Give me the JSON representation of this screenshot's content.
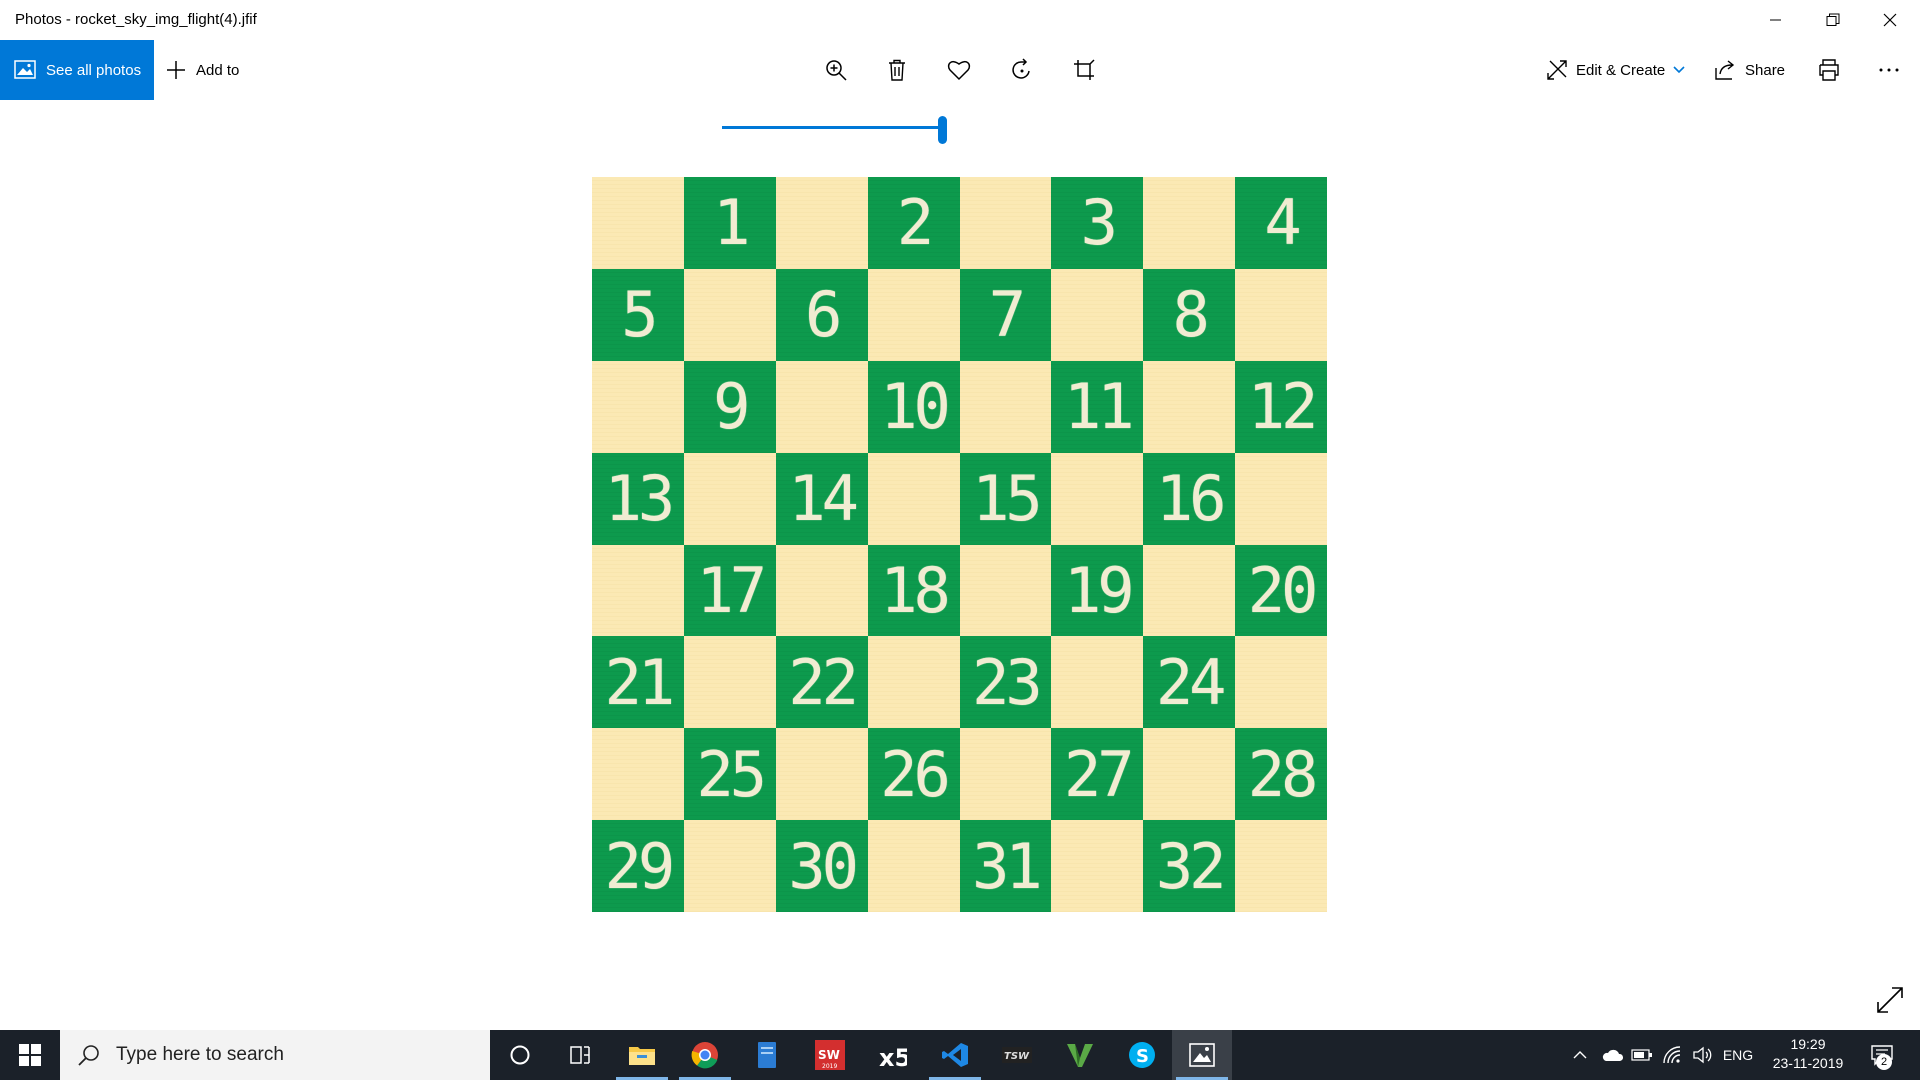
{
  "window": {
    "title": "Photos - rocket_sky_img_flight(4).jfif"
  },
  "toolbar": {
    "see_all_label": "See all photos",
    "add_to_label": "Add to",
    "edit_create_label": "Edit & Create",
    "share_label": "Share",
    "icons": [
      "zoom-in-icon",
      "delete-icon",
      "heart-icon",
      "rotate-icon",
      "crop-icon",
      "print-icon",
      "more-icon"
    ]
  },
  "zoom": {
    "level": 1.0
  },
  "board": {
    "colors": {
      "light": "#fbe9b4",
      "dark": "#0d9a4d",
      "digit": "#f1ecd2"
    },
    "numbers": [
      "1",
      "2",
      "3",
      "4",
      "5",
      "6",
      "7",
      "8",
      "9",
      "10",
      "11",
      "12",
      "13",
      "14",
      "15",
      "16",
      "17",
      "18",
      "19",
      "20",
      "21",
      "22",
      "23",
      "24",
      "25",
      "26",
      "27",
      "28",
      "29",
      "30",
      "31",
      "32"
    ]
  },
  "taskbar": {
    "search_placeholder": "Type here to search",
    "apps": [
      "cortana-icon",
      "task-view-icon",
      "file-explorer-icon",
      "chrome-icon",
      "word-icon",
      "solidworks-icon",
      "x5-icon",
      "vscode-icon",
      "tsw-icon",
      "v-app-icon",
      "skype-icon",
      "photos-icon"
    ],
    "tray": {
      "language": "ENG",
      "time": "19:29",
      "date": "23-11-2019",
      "notifications": "2"
    }
  }
}
